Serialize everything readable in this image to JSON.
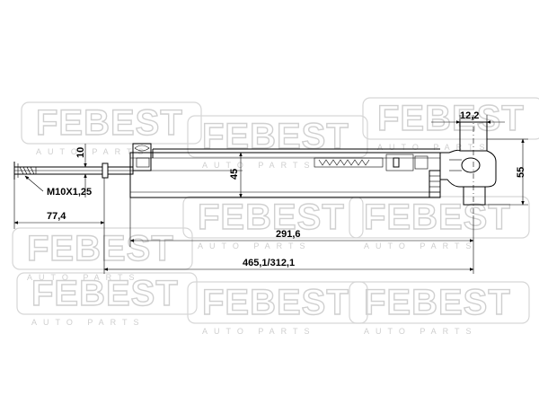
{
  "watermark": {
    "brand": "FEBEST",
    "sub": "AUTO PARTS"
  },
  "dimensions": {
    "thread": "M10X1,25",
    "rod_diameter": "10",
    "rod_length": "77,4",
    "body_diameter": "45",
    "body_length": "291,6",
    "total_length": "465,1/312,1",
    "mount_width": "12,2",
    "mount_height": "55"
  }
}
